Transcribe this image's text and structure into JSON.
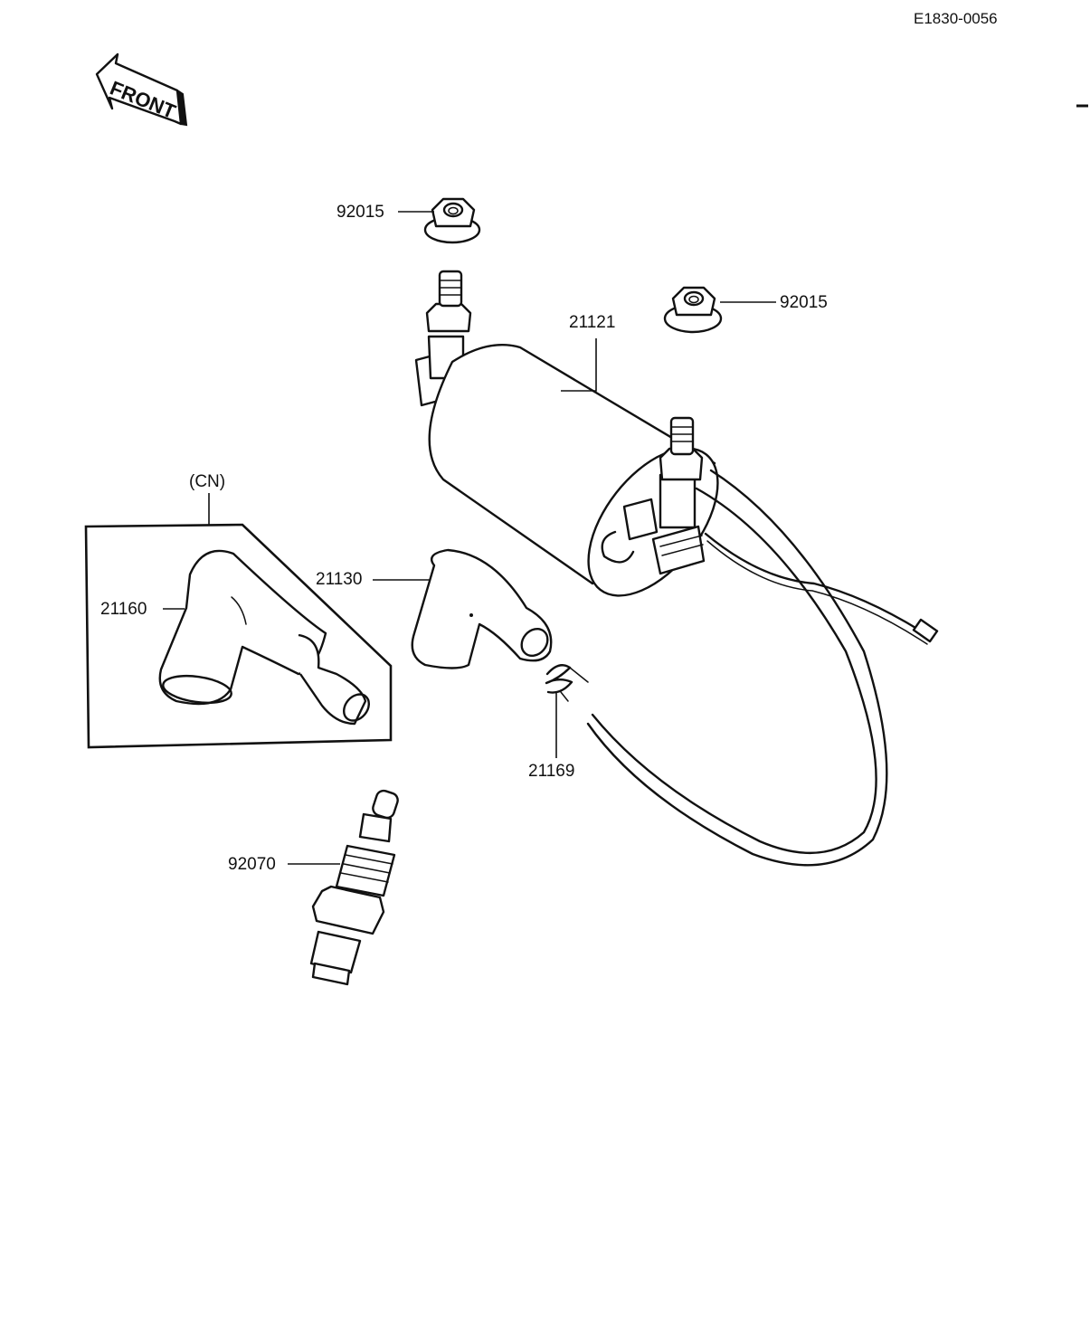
{
  "diagram_code": "E1830-0056",
  "front_arrow_label": "FRONT",
  "variant_label": "(CN)",
  "parts": [
    {
      "id": "nut-top",
      "number": "92015"
    },
    {
      "id": "nut-right",
      "number": "92015"
    },
    {
      "id": "ignition-coil",
      "number": "21121"
    },
    {
      "id": "plug-cap-cn",
      "number": "21160"
    },
    {
      "id": "plug-cap",
      "number": "21130"
    },
    {
      "id": "spring",
      "number": "21169"
    },
    {
      "id": "spark-plug",
      "number": "92070"
    }
  ],
  "colors": {
    "ink": "#111111",
    "background": "#ffffff"
  }
}
